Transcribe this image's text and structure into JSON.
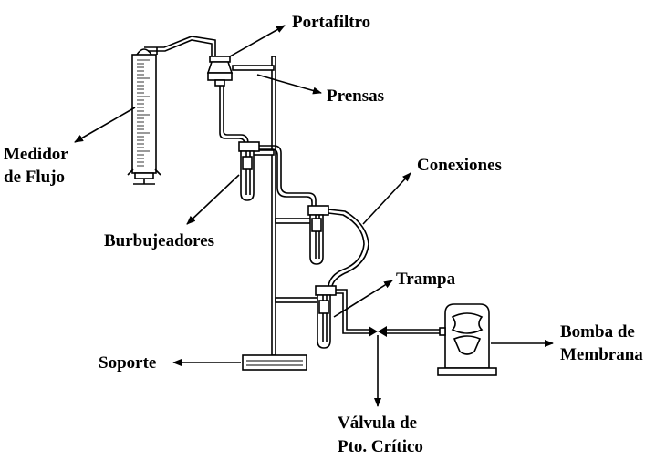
{
  "labels": {
    "portafiltro": "Portafiltro",
    "prensas": "Prensas",
    "medidor_line1": "Medidor",
    "medidor_line2": "de Flujo",
    "conexiones": "Conexiones",
    "burbujeadores": "Burbujeadores",
    "trampa": "Trampa",
    "bomba_line1": "Bomba de",
    "bomba_line2": "Membrana",
    "soporte": "Soporte",
    "valvula_line1": "Válvula de",
    "valvula_line2": "Pto. Crítico"
  }
}
